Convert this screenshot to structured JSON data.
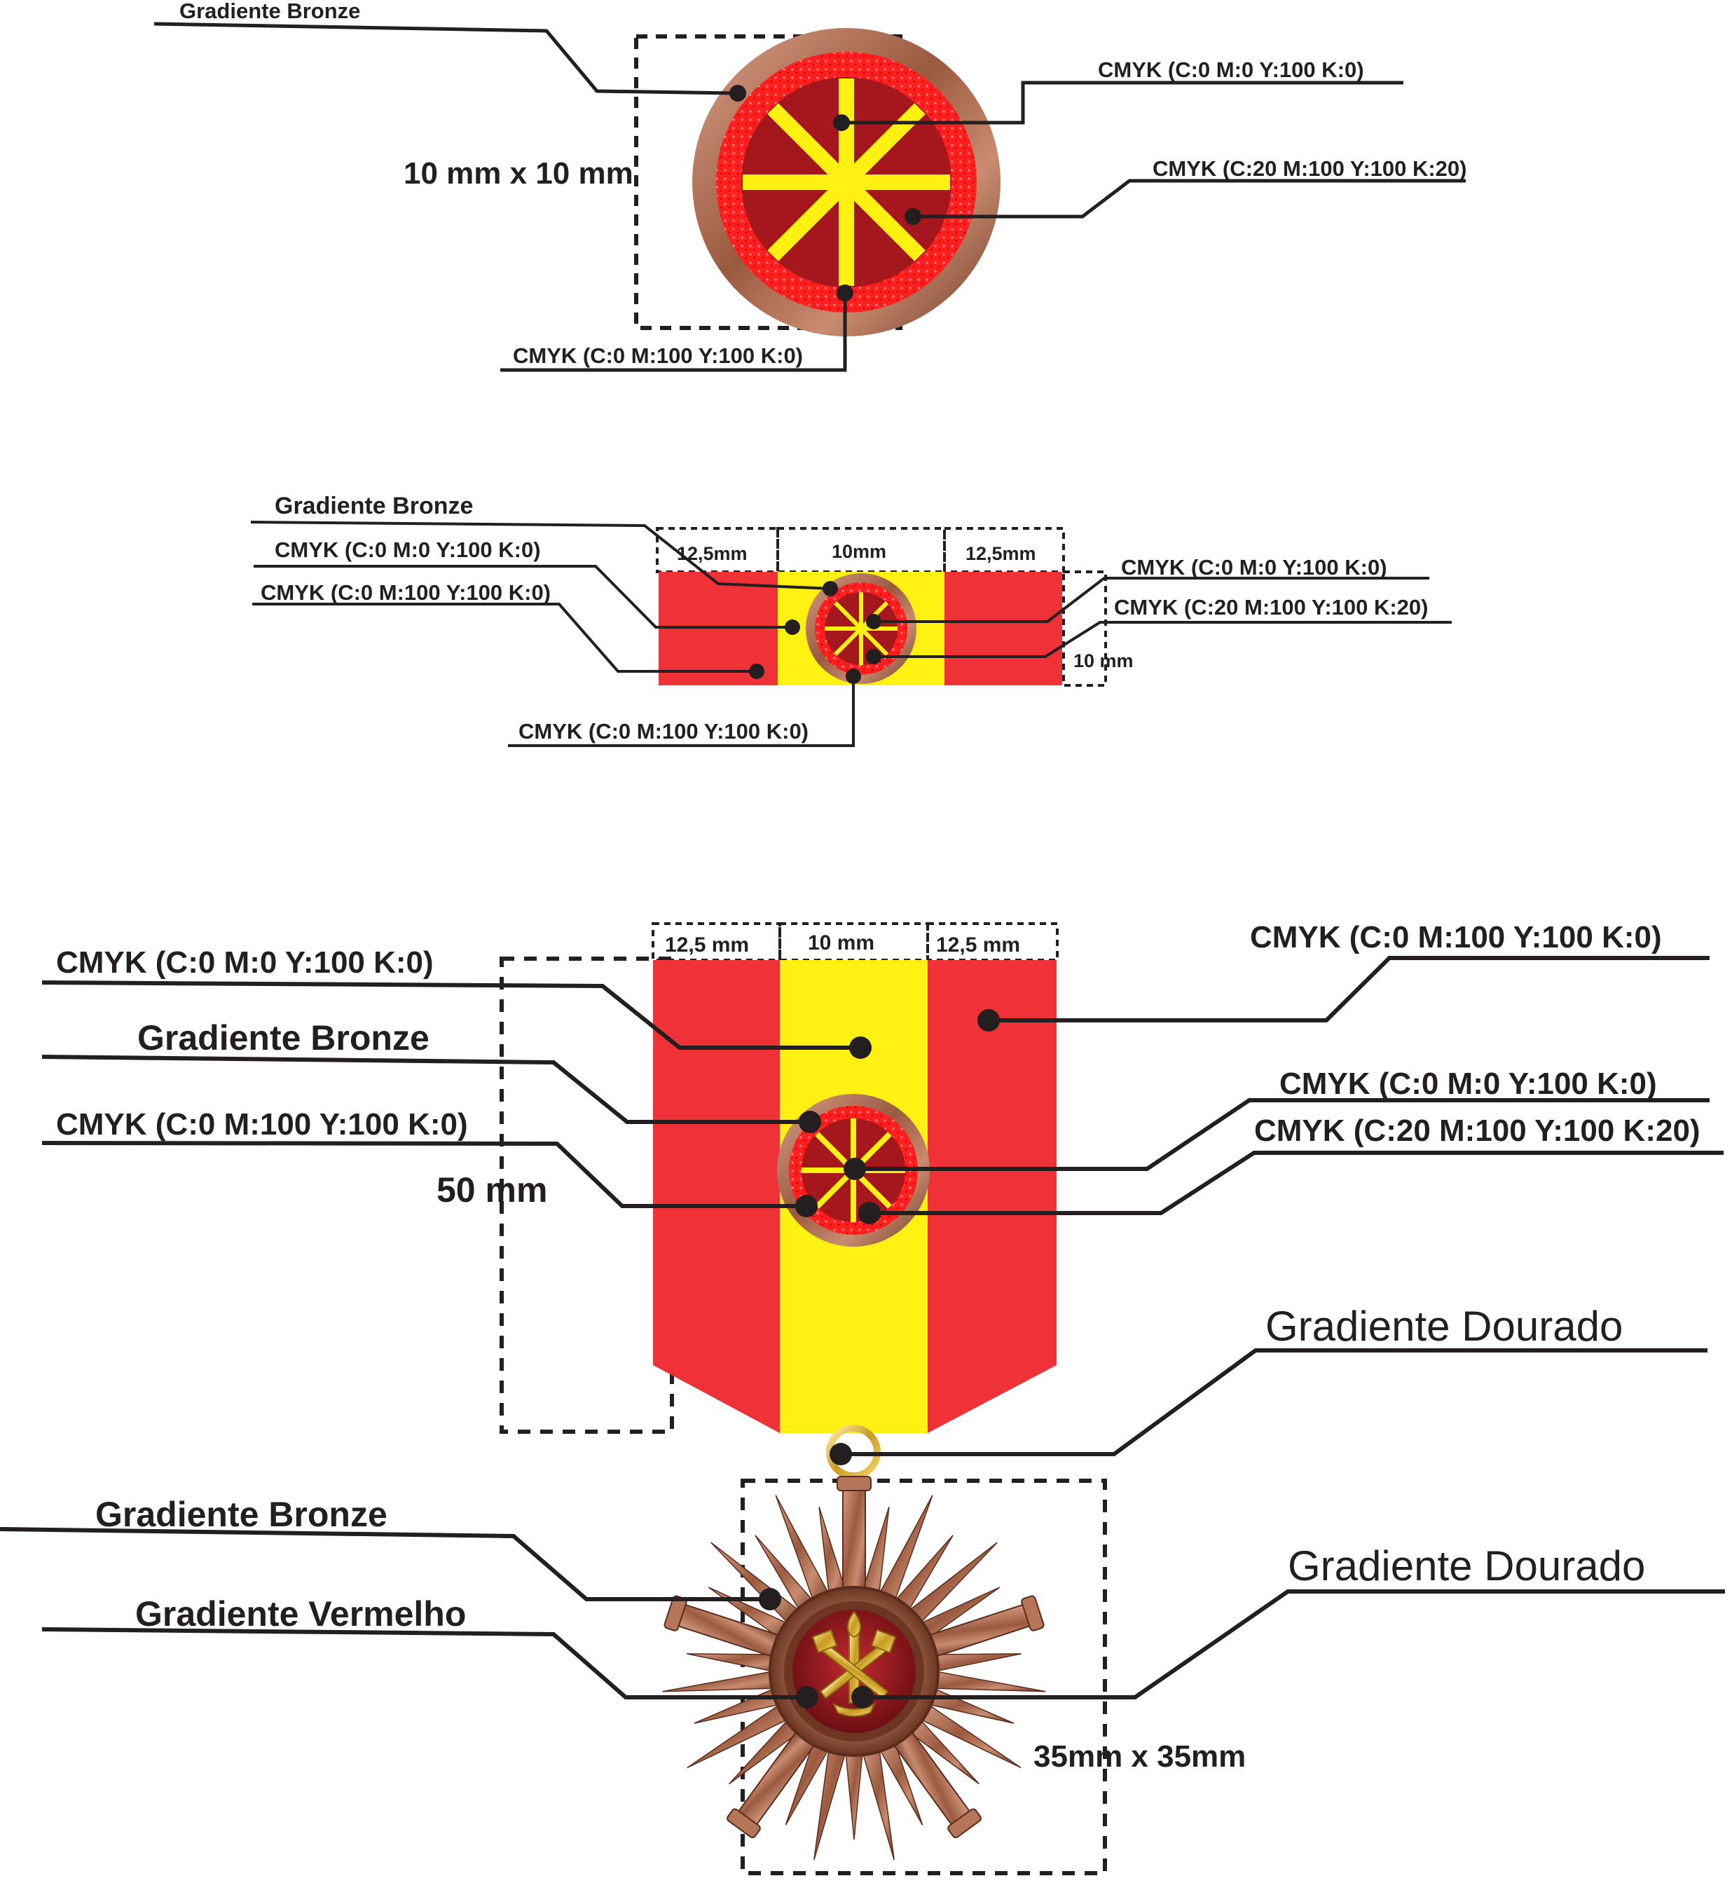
{
  "colors": {
    "red": "#ee3237",
    "yellow": "#fff212",
    "dark_red": "#a3171d",
    "bright_red": "#ff2020",
    "bronze": "#a5674a",
    "gold": "#d6a531",
    "line": "#231f20"
  },
  "section1": {
    "labels": {
      "bronze": "Gradiente Bronze",
      "yellow": "CMYK (C:0 M:0 Y:100 K:0)",
      "dark_red": "CMYK (C:20 M:100 Y:100 K:20)",
      "red": "CMYK (C:0 M:100 Y:100 K:0)",
      "size": "10 mm x 10 mm"
    }
  },
  "section2": {
    "labels": {
      "bronze": "Gradiente Bronze",
      "yellow_left": "CMYK (C:0 M:0 Y:100 K:0)",
      "red_left": "CMYK (C:0 M:100 Y:100 K:0)",
      "red_bottom": "CMYK (C:0 M:100 Y:100 K:0)",
      "yellow_right": "CMYK (C:0 M:0 Y:100 K:0)",
      "dark_red_right": "CMYK (C:20 M:100 Y:100 K:20)",
      "dim_left": "12,5mm",
      "dim_center": "10mm",
      "dim_right": "12,5mm",
      "dim_height": "10 mm"
    }
  },
  "section3": {
    "labels": {
      "yellow_left": "CMYK (C:0 M:0 Y:100 K:0)",
      "bronze": "Gradiente Bronze",
      "red_left": "CMYK (C:0 M:100 Y:100 K:0)",
      "red_right": "CMYK (C:0 M:100 Y:100 K:0)",
      "yellow_right": "CMYK (C:0 M:0 Y:100 K:0)",
      "dark_red_right": "CMYK (C:20 M:100 Y:100 K:20)",
      "gold_ring": "Gradiente Dourado",
      "height": "50 mm",
      "dim_left": "12,5 mm",
      "dim_center": "10 mm",
      "dim_right": "12,5 mm"
    }
  },
  "section4": {
    "labels": {
      "bronze": "Gradiente Bronze",
      "red_gradient": "Gradiente Vermelho",
      "gold": "Gradiente Dourado",
      "size": "35mm x 35mm"
    }
  }
}
